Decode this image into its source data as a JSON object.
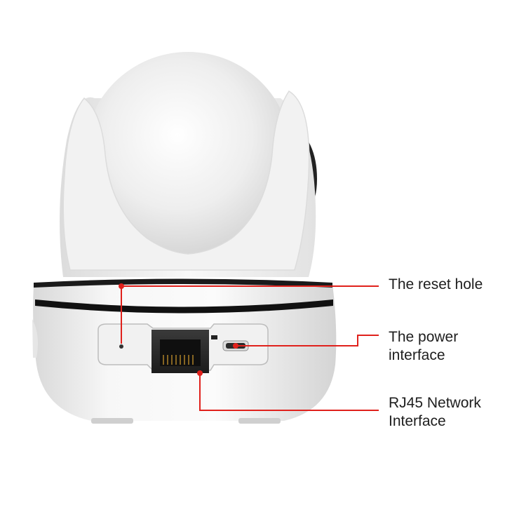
{
  "callouts": {
    "reset": {
      "lines": [
        "The reset hole"
      ]
    },
    "power": {
      "lines": [
        "The power",
        "interface"
      ]
    },
    "rj45": {
      "lines": [
        "RJ45 Network",
        "Interface"
      ]
    }
  },
  "colors": {
    "callout_line": "#e0211c",
    "camera_body": "#f4f4f4",
    "band": "#1a1a1a",
    "port": "#2b2b2b"
  }
}
